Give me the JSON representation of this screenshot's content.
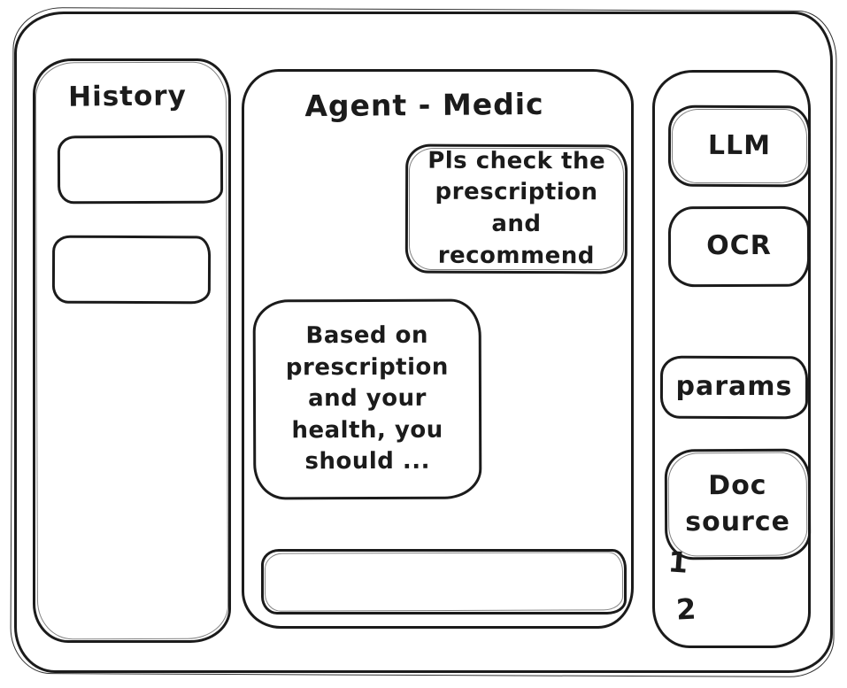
{
  "colors": {
    "ink": "#1b1b1b",
    "background": "#ffffff"
  },
  "history_panel": {
    "title": "History",
    "items": [
      {
        "label": ""
      },
      {
        "label": ""
      }
    ]
  },
  "chat_panel": {
    "title": "Agent - Medic",
    "messages": [
      {
        "role": "user",
        "text": "Pls check the prescription and recommend"
      },
      {
        "role": "assistant",
        "text": "Based on prescription and your health, you should ..."
      }
    ],
    "input": {
      "value": "",
      "placeholder": ""
    }
  },
  "tools_panel": {
    "buttons": [
      {
        "label": "LLM"
      },
      {
        "label": "OCR"
      },
      {
        "label": "params"
      },
      {
        "label": "Doc source"
      }
    ],
    "doc_source_items": [
      "1",
      "2"
    ]
  }
}
